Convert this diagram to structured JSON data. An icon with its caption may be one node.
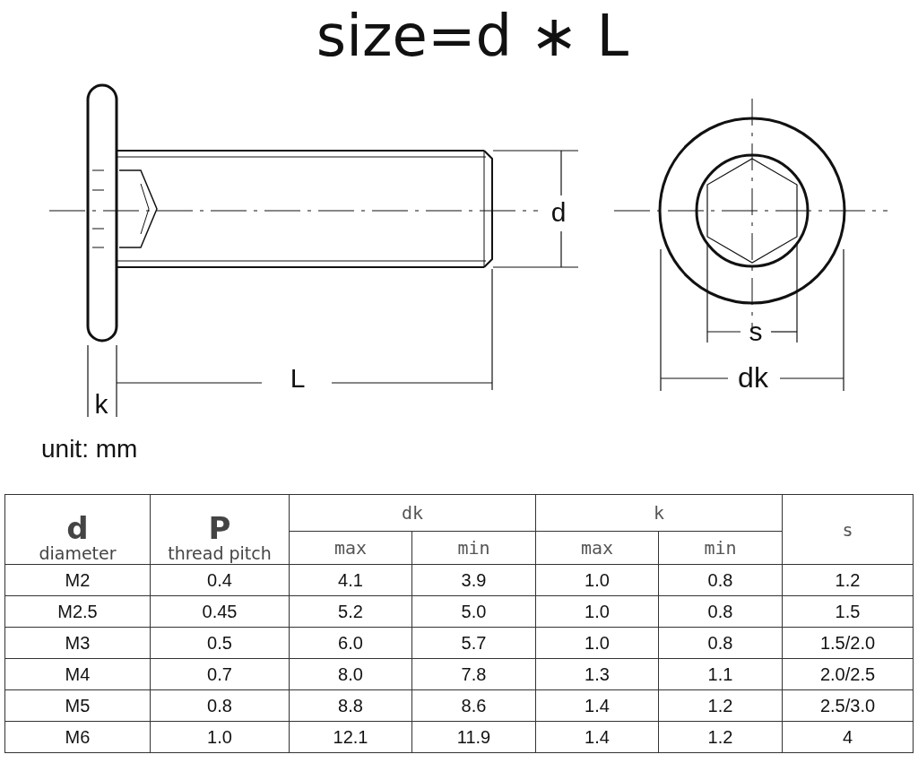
{
  "diagram": {
    "title": "size=d ∗ L",
    "labels": [
      "d",
      "s",
      "L",
      "dk",
      "k",
      "unit: mm",
      "d",
      "diameter",
      "P",
      "thread pitch",
      "dk",
      "k",
      "s",
      "max",
      "min",
      "max",
      "min",
      "M2",
      "0.4",
      "4.1",
      "3.9",
      "1.0",
      "0.8",
      "1.2",
      "M2.5",
      "0.45",
      "5.2",
      "5.0",
      "1.0",
      "0.8",
      "1.5",
      "M3",
      "0.5",
      "6.0",
      "5.7",
      "1.0",
      "0.8",
      "1.5/2.0",
      "M4",
      "0.7",
      "8.0",
      "7.8",
      "1.3",
      "1.1",
      "2.0/2.5",
      "M5",
      "0.8",
      "8.8",
      "8.6",
      "1.4",
      "1.2",
      "2.5/3.0",
      "M6",
      "1.0",
      "12.1",
      "11.9",
      "1.4",
      "1.2",
      "4"
    ]
  }
}
